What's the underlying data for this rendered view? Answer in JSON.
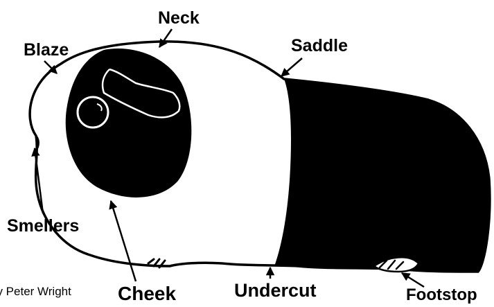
{
  "labels": {
    "neck": "Neck",
    "blaze": "Blaze",
    "saddle": "Saddle",
    "smellers": "Smellers",
    "cheek": "Cheek",
    "undercut": "Undercut",
    "footstop": "Footstop"
  },
  "credit": "by Peter Wright",
  "colors": {
    "ink": "#000000",
    "paper": "#ffffff"
  }
}
